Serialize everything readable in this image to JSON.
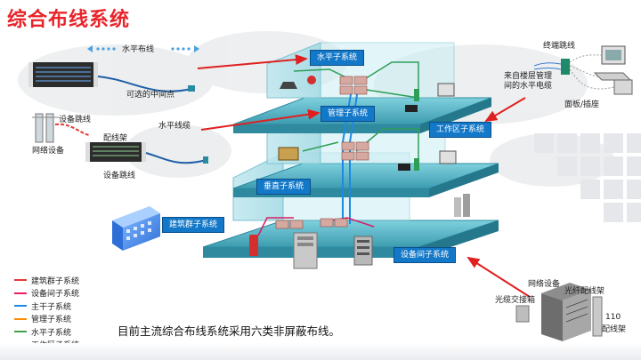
{
  "title": "综合布线系统",
  "labels": {
    "horizontal_cabling_top": "水平布线",
    "optional_midpoint": "可选的中间点",
    "equipment_patch_cord": "设备跳线",
    "patch_panel": "配线架",
    "network_equipment": "网络设备",
    "horizontal_cable": "水平线缆",
    "equipment_cord": "设备跳线",
    "terminal_patch_cord": "终端跳线",
    "from_floor_panel": "来自楼层管理",
    "from_floor_panel_2": "间的水平电缆",
    "faceplate_socket": "面板/插座",
    "network_equipment_2": "网络设备",
    "fiber_patch_panel": "光纤配线架",
    "fiber_cross_connect": "光缆交接箱",
    "panel_110_a": "110",
    "panel_110_b": "配线架"
  },
  "subsystem_tags": {
    "horizontal": "水平子系统",
    "administration": "管理子系统",
    "work_area": "工作区子系统",
    "backbone": "垂直子系统",
    "building_group": "建筑群子系统",
    "equipment_room": "设备间子系统"
  },
  "legend": [
    {
      "label": "建筑群子系统",
      "color": "#e53935"
    },
    {
      "label": "设备间子系统",
      "color": "#e91e63"
    },
    {
      "label": "主干子系统",
      "color": "#1e88e5"
    },
    {
      "label": "管理子系统",
      "color": "#fb8c00"
    },
    {
      "label": "水平子系统",
      "color": "#43a047"
    },
    {
      "label": "工作区子系统",
      "color": "#6d1b3a"
    }
  ],
  "footer_text": "目前主流综合布线系统采用六类非屏蔽布线。",
  "colors": {
    "title_red": "#e8242a",
    "tag_blue": "#1478c8",
    "floor_teal": "#3aa6b9",
    "arrow_red": "#e02020"
  }
}
